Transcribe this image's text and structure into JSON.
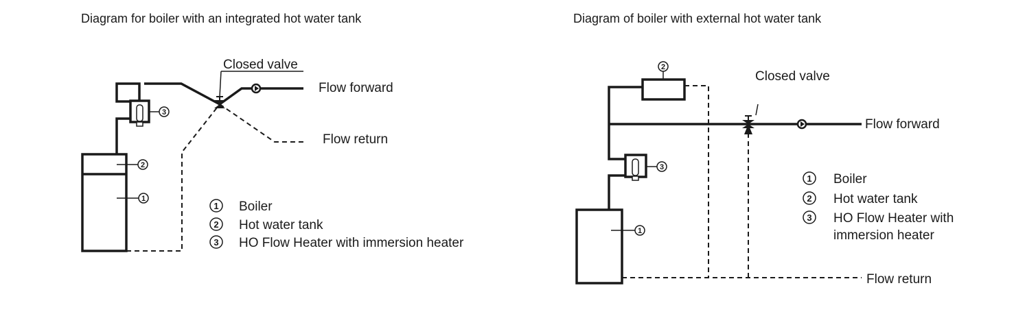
{
  "left_diagram": {
    "title": "Diagram for boiler with an integrated hot water tank",
    "labels": {
      "closed_valve": "Closed valve",
      "flow_forward": "Flow forward",
      "flow_return": "Flow return"
    },
    "callouts": [
      "1",
      "2",
      "3"
    ],
    "legend": [
      {
        "num": "1",
        "text": "Boiler"
      },
      {
        "num": "2",
        "text": "Hot water tank"
      },
      {
        "num": "3",
        "text": "HO Flow Heater with immersion heater"
      }
    ]
  },
  "right_diagram": {
    "title": "Diagram of boiler with external hot water tank",
    "labels": {
      "closed_valve": "Closed valve",
      "flow_forward": "Flow forward",
      "flow_return": "Flow return"
    },
    "callouts": [
      "1",
      "2",
      "3"
    ],
    "legend": [
      {
        "num": "1",
        "text": "Boiler"
      },
      {
        "num": "2",
        "text": "Hot water tank"
      },
      {
        "num": "3",
        "text_line1": "HO Flow Heater with",
        "text_line2": "immersion heater"
      }
    ]
  }
}
